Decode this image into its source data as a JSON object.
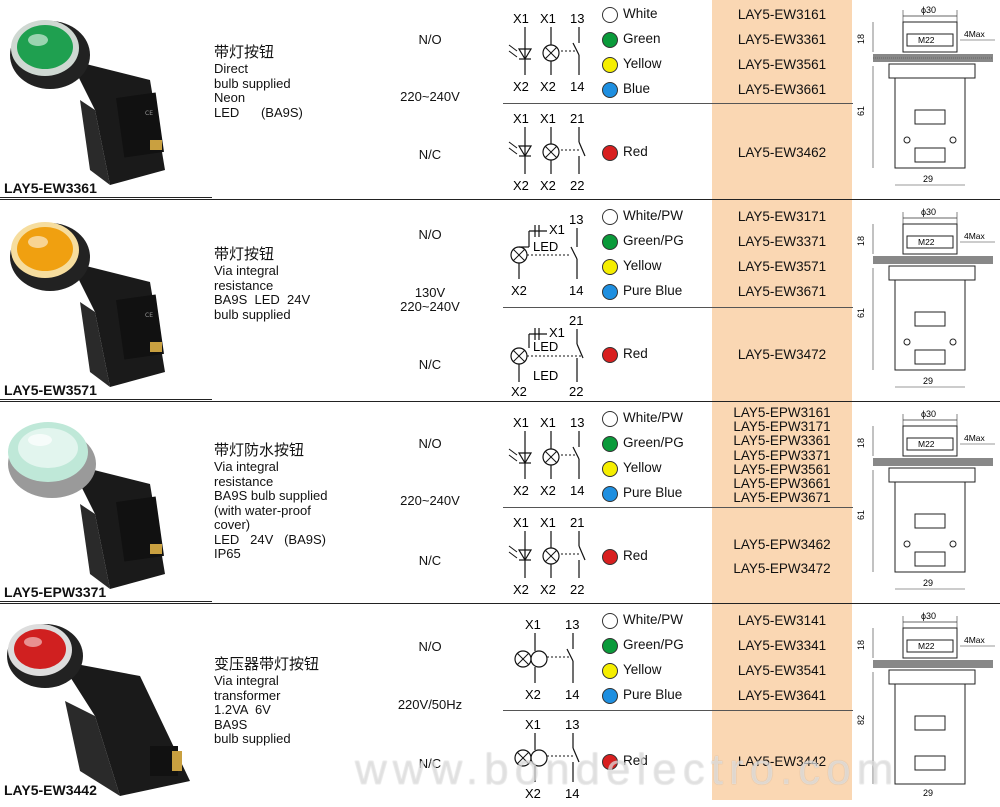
{
  "colors": {
    "white": "#ffffff",
    "green": "#0a9a3a",
    "yellow": "#f5ee00",
    "blue": "#1e8fe0",
    "red": "#d81f1f",
    "highlight": "#fad7b3"
  },
  "sections": [
    {
      "product_name": "LAY5-EW3361",
      "lens_color": "#1fa050",
      "desc_cn": "带灯按钮",
      "desc_lines": [
        "Direct",
        "bulb supplied",
        "Neon",
        "LED      (BA9S)"
      ],
      "voltage": "220~240V",
      "no_label": "N/O",
      "nc_label": "N/C",
      "no_schem": {
        "t1": "X1",
        "t2": "X1",
        "t3": "13",
        "b1": "X2",
        "b2": "X2",
        "b3": "14"
      },
      "nc_schem": {
        "t1": "X1",
        "t2": "X1",
        "t3": "21",
        "b1": "X2",
        "b2": "X2",
        "b3": "22"
      },
      "no_rows": [
        {
          "color": "white",
          "label": "White",
          "code": "LAY5-EW3161"
        },
        {
          "color": "green",
          "label": "Green",
          "code": "LAY5-EW3361"
        },
        {
          "color": "yellow",
          "label": "Yellow",
          "code": "LAY5-EW3561"
        },
        {
          "color": "blue",
          "label": "Blue",
          "code": "LAY5-EW3661"
        }
      ],
      "nc_rows": [
        {
          "color": "red",
          "label": "Red",
          "code": "LAY5-EW3462"
        }
      ],
      "dim": {
        "top": "ϕ30",
        "m": "M22",
        "max": "4Max",
        "h1": "18",
        "h2": "61",
        "w": "29"
      }
    },
    {
      "product_name": "LAY5-EW3571",
      "lens_color": "#f0a010",
      "desc_cn": "带灯按钮",
      "desc_lines": [
        "Via integral",
        "resistance",
        "BA9S  LED  24V",
        "bulb supplied"
      ],
      "voltage_lines": [
        "130V",
        "220~240V"
      ],
      "no_label": "N/O",
      "nc_label": "N/C",
      "no_schem": {
        "t1": "X1",
        "t3": "13",
        "led": "LED",
        "b1": "X2",
        "b3": "14"
      },
      "nc_schem": {
        "t1": "X1",
        "t3": "21",
        "led": "LED",
        "led2": "LED",
        "b1": "X2",
        "b3": "22"
      },
      "no_rows": [
        {
          "color": "white",
          "label": "White/PW",
          "code": "LAY5-EW3171"
        },
        {
          "color": "green",
          "label": "Green/PG",
          "code": "LAY5-EW3371"
        },
        {
          "color": "yellow",
          "label": "Yellow",
          "code": "LAY5-EW3571"
        },
        {
          "color": "blue",
          "label": "Pure Blue",
          "code": "LAY5-EW3671"
        }
      ],
      "nc_rows": [
        {
          "color": "red",
          "label": "Red",
          "code": "LAY5-EW3472"
        }
      ],
      "dim": {
        "top": "ϕ30",
        "m": "M22",
        "max": "4Max",
        "h1": "18",
        "h2": "61",
        "w": "29"
      }
    },
    {
      "product_name": "LAY5-EPW3371",
      "lens_color": "#bfe8d8",
      "desc_cn": "带灯防水按钮",
      "desc_lines": [
        "Via integral",
        "resistance",
        "BA9S bulb supplied",
        "(with water-proof",
        "cover)",
        "LED   24V   (BA9S)",
        "IP65"
      ],
      "voltage": "220~240V",
      "no_label": "N/O",
      "nc_label": "N/C",
      "no_schem": {
        "t1": "X1",
        "t2": "X1",
        "t3": "13",
        "b1": "X2",
        "b2": "X2",
        "b3": "14"
      },
      "nc_schem": {
        "t1": "X1",
        "t2": "X1",
        "t3": "21",
        "b1": "X2",
        "b2": "X2",
        "b3": "22"
      },
      "no_rows": [
        {
          "color": "white",
          "label": "White/PW"
        },
        {
          "color": "green",
          "label": "Green/PG"
        },
        {
          "color": "yellow",
          "label": "Yellow"
        },
        {
          "color": "blue",
          "label": "Pure Blue"
        }
      ],
      "no_codes": [
        "LAY5-EPW3161",
        "LAY5-EPW3171",
        "LAY5-EPW3361",
        "LAY5-EPW3371",
        "LAY5-EPW3561",
        "LAY5-EPW3661",
        "LAY5-EPW3671"
      ],
      "nc_rows": [
        {
          "color": "red",
          "label": "Red"
        }
      ],
      "nc_codes": [
        "LAY5-EPW3462",
        "LAY5-EPW3472"
      ],
      "dim": {
        "top": "ϕ30",
        "m": "M22",
        "max": "4Max",
        "h1": "18",
        "h2": "61",
        "w": "29"
      }
    },
    {
      "product_name": "LAY5-EW3442",
      "lens_color": "#d02020",
      "desc_cn": "变压器带灯按钮",
      "desc_lines": [
        "Via integral",
        "transformer",
        "1.2VA  6V",
        "BA9S",
        "bulb supplied"
      ],
      "voltage": "220V/50Hz",
      "no_label": "N/O",
      "nc_label": "N/C",
      "no_schem": {
        "t1": "X1",
        "t3": "13",
        "b1": "X2",
        "b3": "14"
      },
      "nc_schem": {
        "t1": "X1",
        "t3": "13",
        "b1": "X2",
        "b3": "14"
      },
      "no_rows": [
        {
          "color": "white",
          "label": "White/PW",
          "code": "LAY5-EW3141"
        },
        {
          "color": "green",
          "label": "Green/PG",
          "code": "LAY5-EW3341"
        },
        {
          "color": "yellow",
          "label": "Yellow",
          "code": "LAY5-EW3541"
        },
        {
          "color": "blue",
          "label": "Pure Blue",
          "code": "LAY5-EW3641"
        }
      ],
      "nc_rows": [
        {
          "color": "red",
          "label": "Red",
          "code": "LAY5-EW3442"
        }
      ],
      "dim": {
        "top": "ϕ30",
        "m": "M22",
        "max": "4Max",
        "h1": "18",
        "h2": "82",
        "w": "29"
      }
    }
  ],
  "watermark": "www.bondelectro.com"
}
